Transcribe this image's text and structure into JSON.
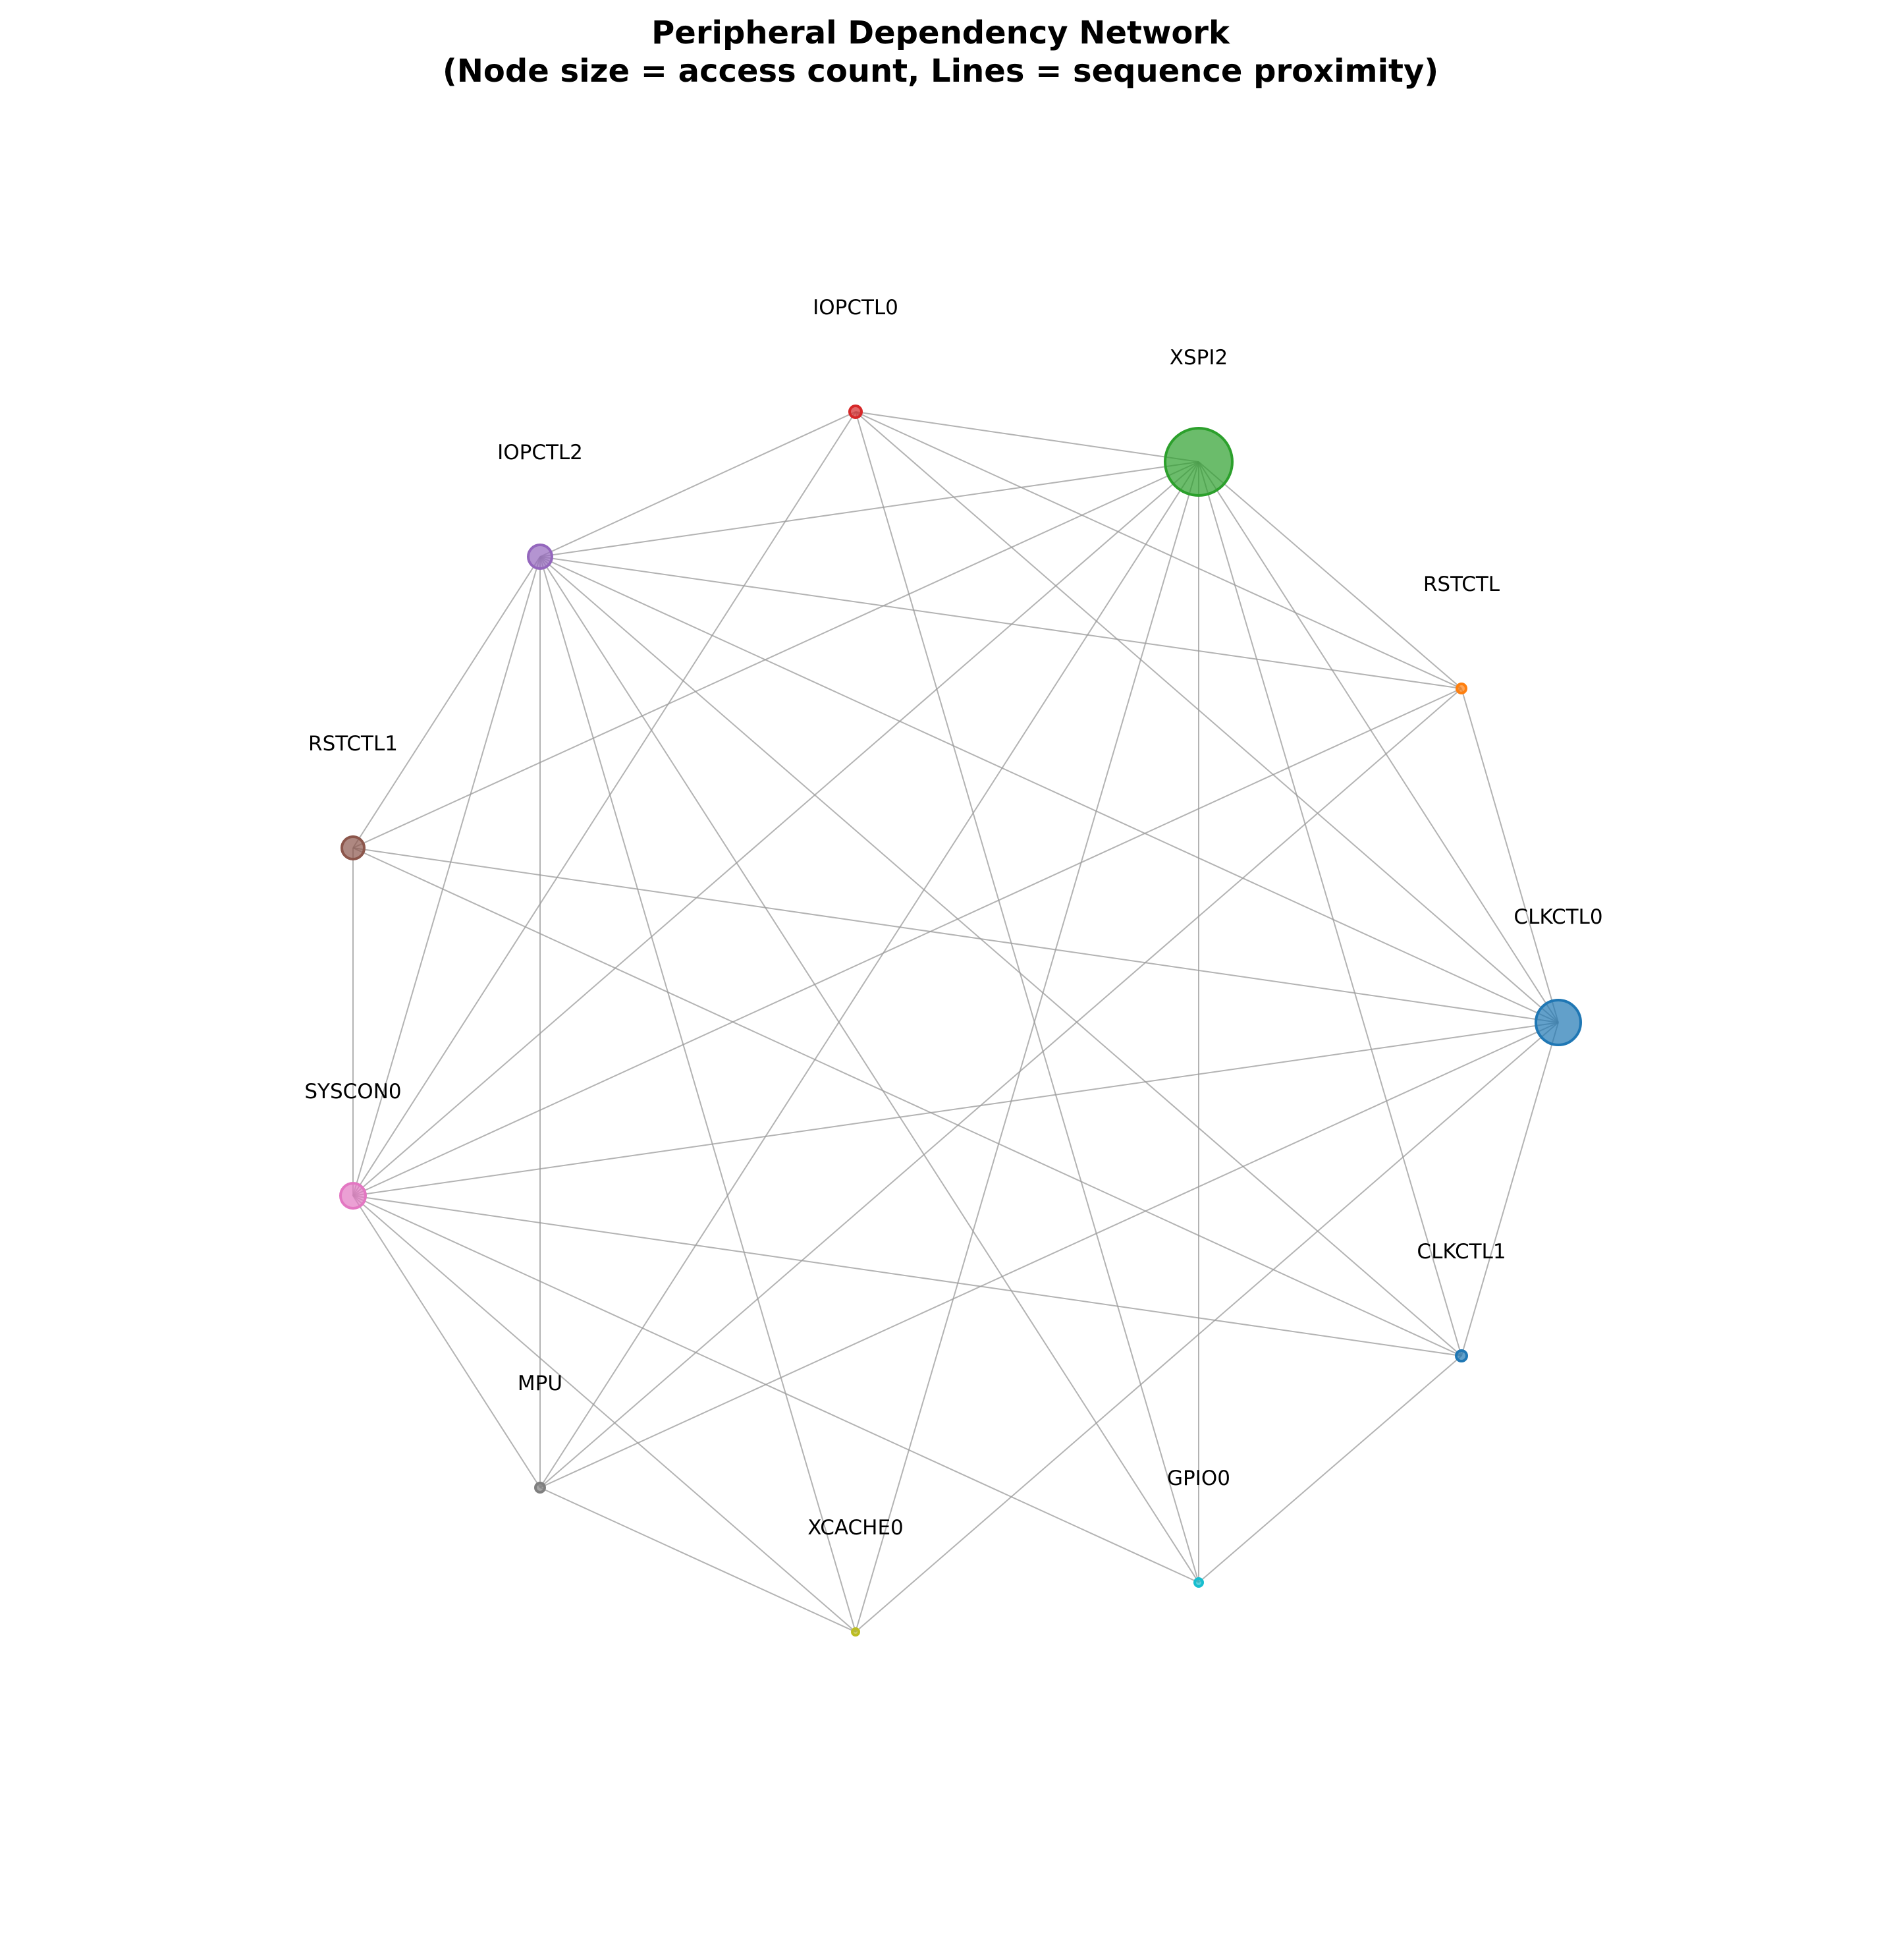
{
  "title": {
    "line1": "Peripheral Dependency Network",
    "line2": "(Node size = access count, Lines = sequence proximity)"
  },
  "nodes": [
    {
      "id": "CLKCTL0",
      "label": "CLKCTL0",
      "color": "#1f77b4"
    },
    {
      "id": "RSTCTL",
      "label": "RSTCTL",
      "color": "#ff7f0e"
    },
    {
      "id": "XSPI2",
      "label": "XSPI2",
      "color": "#2ca02c"
    },
    {
      "id": "IOPCTL0",
      "label": "IOPCTL0",
      "color": "#d62728"
    },
    {
      "id": "IOPCTL2",
      "label": "IOPCTL2",
      "color": "#9467bd"
    },
    {
      "id": "RSTCTL1",
      "label": "RSTCTL1",
      "color": "#8c564b"
    },
    {
      "id": "SYSCON0",
      "label": "SYSCON0",
      "color": "#e377c2"
    },
    {
      "id": "MPU",
      "label": "MPU",
      "color": "#7f7f7f"
    },
    {
      "id": "XCACHE0",
      "label": "XCACHE0",
      "color": "#bcbd22"
    },
    {
      "id": "GPIO0",
      "label": "GPIO0",
      "color": "#17becf"
    },
    {
      "id": "CLKCTL1",
      "label": "CLKCTL1",
      "color": "#1f77b4"
    }
  ],
  "edges": [
    [
      "IOPCTL0",
      "XSPI2"
    ],
    [
      "IOPCTL0",
      "IOPCTL2"
    ],
    [
      "IOPCTL0",
      "RSTCTL"
    ],
    [
      "IOPCTL0",
      "CLKCTL0"
    ],
    [
      "IOPCTL0",
      "SYSCON0"
    ],
    [
      "IOPCTL0",
      "GPIO0"
    ],
    [
      "XSPI2",
      "IOPCTL2"
    ],
    [
      "XSPI2",
      "RSTCTL"
    ],
    [
      "XSPI2",
      "CLKCTL0"
    ],
    [
      "XSPI2",
      "RSTCTL1"
    ],
    [
      "XSPI2",
      "SYSCON0"
    ],
    [
      "XSPI2",
      "MPU"
    ],
    [
      "XSPI2",
      "XCACHE0"
    ],
    [
      "XSPI2",
      "GPIO0"
    ],
    [
      "XSPI2",
      "CLKCTL1"
    ],
    [
      "IOPCTL2",
      "RSTCTL"
    ],
    [
      "IOPCTL2",
      "RSTCTL1"
    ],
    [
      "IOPCTL2",
      "SYSCON0"
    ],
    [
      "IOPCTL2",
      "MPU"
    ],
    [
      "IOPCTL2",
      "XCACHE0"
    ],
    [
      "IOPCTL2",
      "GPIO0"
    ],
    [
      "IOPCTL2",
      "CLKCTL1"
    ],
    [
      "IOPCTL2",
      "CLKCTL0"
    ],
    [
      "RSTCTL",
      "CLKCTL0"
    ],
    [
      "RSTCTL",
      "SYSCON0"
    ],
    [
      "RSTCTL",
      "MPU"
    ],
    [
      "RSTCTL1",
      "SYSCON0"
    ],
    [
      "RSTCTL1",
      "CLKCTL0"
    ],
    [
      "RSTCTL1",
      "CLKCTL1"
    ],
    [
      "SYSCON0",
      "CLKCTL0"
    ],
    [
      "SYSCON0",
      "CLKCTL1"
    ],
    [
      "SYSCON0",
      "MPU"
    ],
    [
      "SYSCON0",
      "XCACHE0"
    ],
    [
      "SYSCON0",
      "GPIO0"
    ],
    [
      "CLKCTL0",
      "MPU"
    ],
    [
      "CLKCTL0",
      "XCACHE0"
    ],
    [
      "CLKCTL0",
      "CLKCTL1"
    ],
    [
      "MPU",
      "XCACHE0"
    ],
    [
      "CLKCTL1",
      "GPIO0"
    ]
  ]
}
